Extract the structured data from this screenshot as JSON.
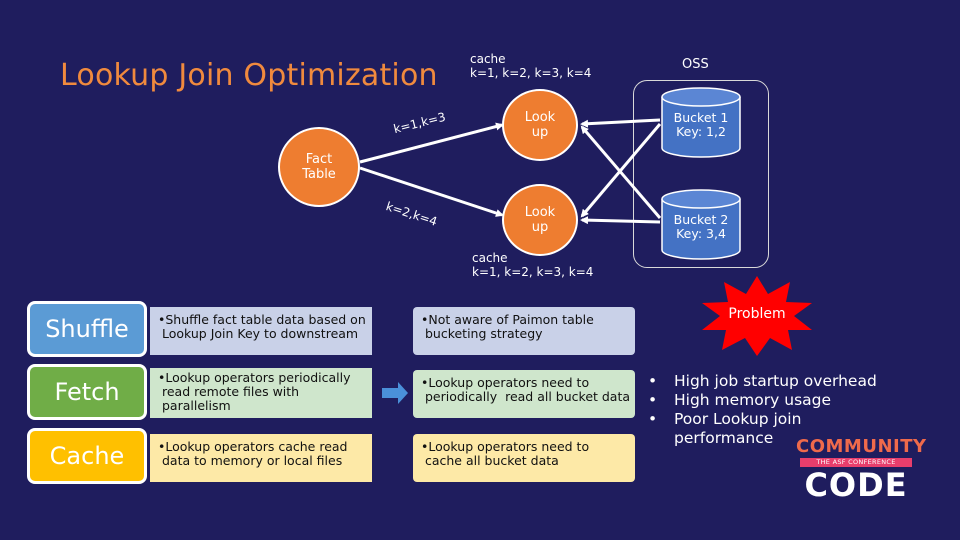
{
  "slide": {
    "title": "Lookup Join Optimization",
    "oss_label": "OSS",
    "fact_table": "Fact\nTable",
    "lookup_top": "Look\nup",
    "lookup_bottom": "Look\nup",
    "cache_top": "cache\nk=1, k=2, k=3, k=4",
    "cache_bottom": "cache\nk=1, k=2, k=3, k=4",
    "edge_top": "k=1,k=3",
    "edge_bottom": "k=2,k=4",
    "bucket1": "Bucket 1\nKey: 1,2",
    "bucket2": "Bucket 2\nKey: 3,4",
    "problem": "Problem"
  },
  "rows": [
    {
      "label": "Shuffle",
      "desc": "•Shuffle fact table data based on\n Lookup Join Key to downstream",
      "result": "•Not aware of Paimon table\n bucketing strategy"
    },
    {
      "label": "Fetch",
      "desc": "•Lookup operators periodically\n read remote files with\n parallelism",
      "result": "•Lookup operators need to\n periodically  read all bucket data"
    },
    {
      "label": "Cache",
      "desc": "•Lookup operators cache read\n data to memory or local files",
      "result": "•Lookup operators need to\n cache all bucket data"
    }
  ],
  "problems": [
    "High job startup overhead",
    "High memory usage",
    "Poor Lookup join",
    "performance"
  ],
  "logo": {
    "top": "COMMUNITY",
    "mid": "THE ASF CONFERENCE",
    "bottom": "CODE"
  },
  "colors": {
    "background": "#1f1d5e",
    "title": "#f08a3e",
    "node": "#ee7d30",
    "bucket": "#4472c4",
    "problem": "#ff0000",
    "shuffle": "#5b9bd5",
    "fetch": "#70ad47",
    "cache": "#ffc000",
    "shuffle_desc": "#c9d1e8",
    "fetch_desc": "#cfe6cc",
    "cache_desc": "#fde9a7",
    "arrow": "#4a90d9"
  }
}
